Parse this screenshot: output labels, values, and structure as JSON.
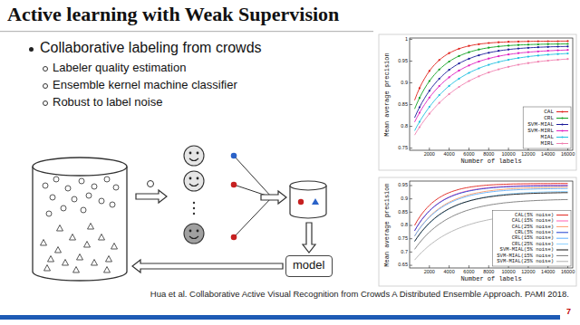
{
  "diagram": {
    "title": "Active learning with Weak Supervision",
    "caption": "Hua et al. Collaborative Active Visual Recognition from Crowds A Distributed Ensemble Approach. PAMI 2018.",
    "nodes": [
      {
        "text": [
          "model"
        ]
      }
    ],
    "labels": [
      "Collaborative labeling from crowds",
      "Labeler quality estimation",
      "Ensemble kernel machine classifier",
      "Robust to label noise",
      "Mean average precision",
      "Number of labels",
      "0.75",
      "0.8",
      "0.85",
      "0.9",
      "0.95",
      "1",
      "2000",
      "4000",
      "6000",
      "8000",
      "10000",
      "12000",
      "14000",
      "16000",
      "Mean average precision",
      "Number of labels",
      "0.65",
      "0.7",
      "0.75",
      "0.8",
      "0.85",
      "0.9",
      "0.95",
      "2000",
      "4000",
      "6000",
      "8000",
      "10000",
      "12000",
      "14000",
      "16000",
      "7"
    ],
    "legend": [
      {
        "text": "CAL"
      },
      {
        "text": "CRL"
      },
      {
        "text": "SVM-MIAL"
      },
      {
        "text": "SVM-MIRL"
      },
      {
        "text": "MIAL"
      },
      {
        "text": "MIRL"
      },
      {
        "text": "CAL(5% noise)"
      },
      {
        "text": "CAL(15% noise)"
      },
      {
        "text": "CAL(25% noise)"
      },
      {
        "text": "CRL(5% noise)"
      },
      {
        "text": "CRL(15% noise)"
      },
      {
        "text": "CRL(25% noise)"
      },
      {
        "text": "SVM-MIAL(5% noise)"
      },
      {
        "text": "SVM-MIAL(15% noise)"
      },
      {
        "text": "SVM-MIAL(25% noise)"
      }
    ]
  }
}
